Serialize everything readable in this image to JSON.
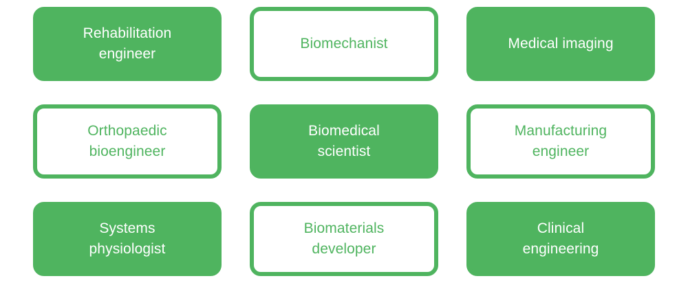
{
  "theme": {
    "accent_green": "#4FB45F",
    "card_filled_text": "#FFFFFF",
    "card_outlined_text": "#4FB45F",
    "background": "#FFFFFF"
  },
  "grid": {
    "columns": 3,
    "rows": 3,
    "cards": [
      {
        "label": "Rehabilitation\nengineer",
        "style": "filled",
        "row": 1,
        "column": 1
      },
      {
        "label": "Biomechanist",
        "style": "outlined",
        "row": 1,
        "column": 2
      },
      {
        "label": "Medical imaging",
        "style": "filled",
        "row": 1,
        "column": 3
      },
      {
        "label": "Orthopaedic\nbioengineer",
        "style": "outlined",
        "row": 2,
        "column": 1
      },
      {
        "label": "Biomedical\nscientist",
        "style": "filled",
        "row": 2,
        "column": 2
      },
      {
        "label": "Manufacturing\nengineer",
        "style": "outlined",
        "row": 2,
        "column": 3
      },
      {
        "label": "Systems\nphysiologist",
        "style": "filled",
        "row": 3,
        "column": 1
      },
      {
        "label": "Biomaterials\ndeveloper",
        "style": "outlined",
        "row": 3,
        "column": 2
      },
      {
        "label": "Clinical\nengineering",
        "style": "filled",
        "row": 3,
        "column": 3
      }
    ]
  }
}
